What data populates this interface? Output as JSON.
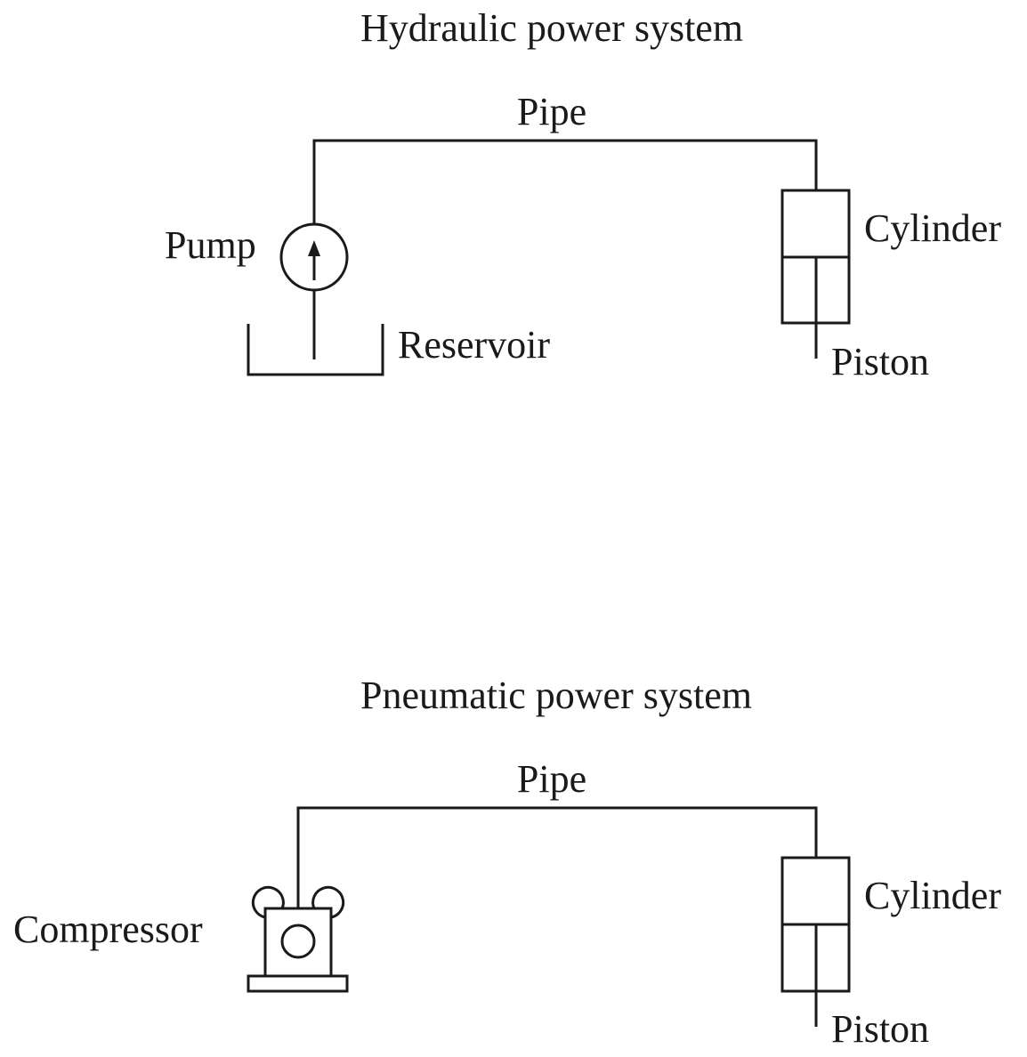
{
  "hydraulic": {
    "title": "Hydraulic power system",
    "pipe_label": "Pipe",
    "pump_label": "Pump",
    "reservoir_label": "Reservoir",
    "cylinder_label": "Cylinder",
    "piston_label": "Piston"
  },
  "pneumatic": {
    "title": "Pneumatic power system",
    "pipe_label": "Pipe",
    "compressor_label": "Compressor",
    "cylinder_label": "Cylinder",
    "piston_label": "Piston"
  },
  "colors": {
    "stroke": "#1a1a1a",
    "background": "#ffffff"
  }
}
